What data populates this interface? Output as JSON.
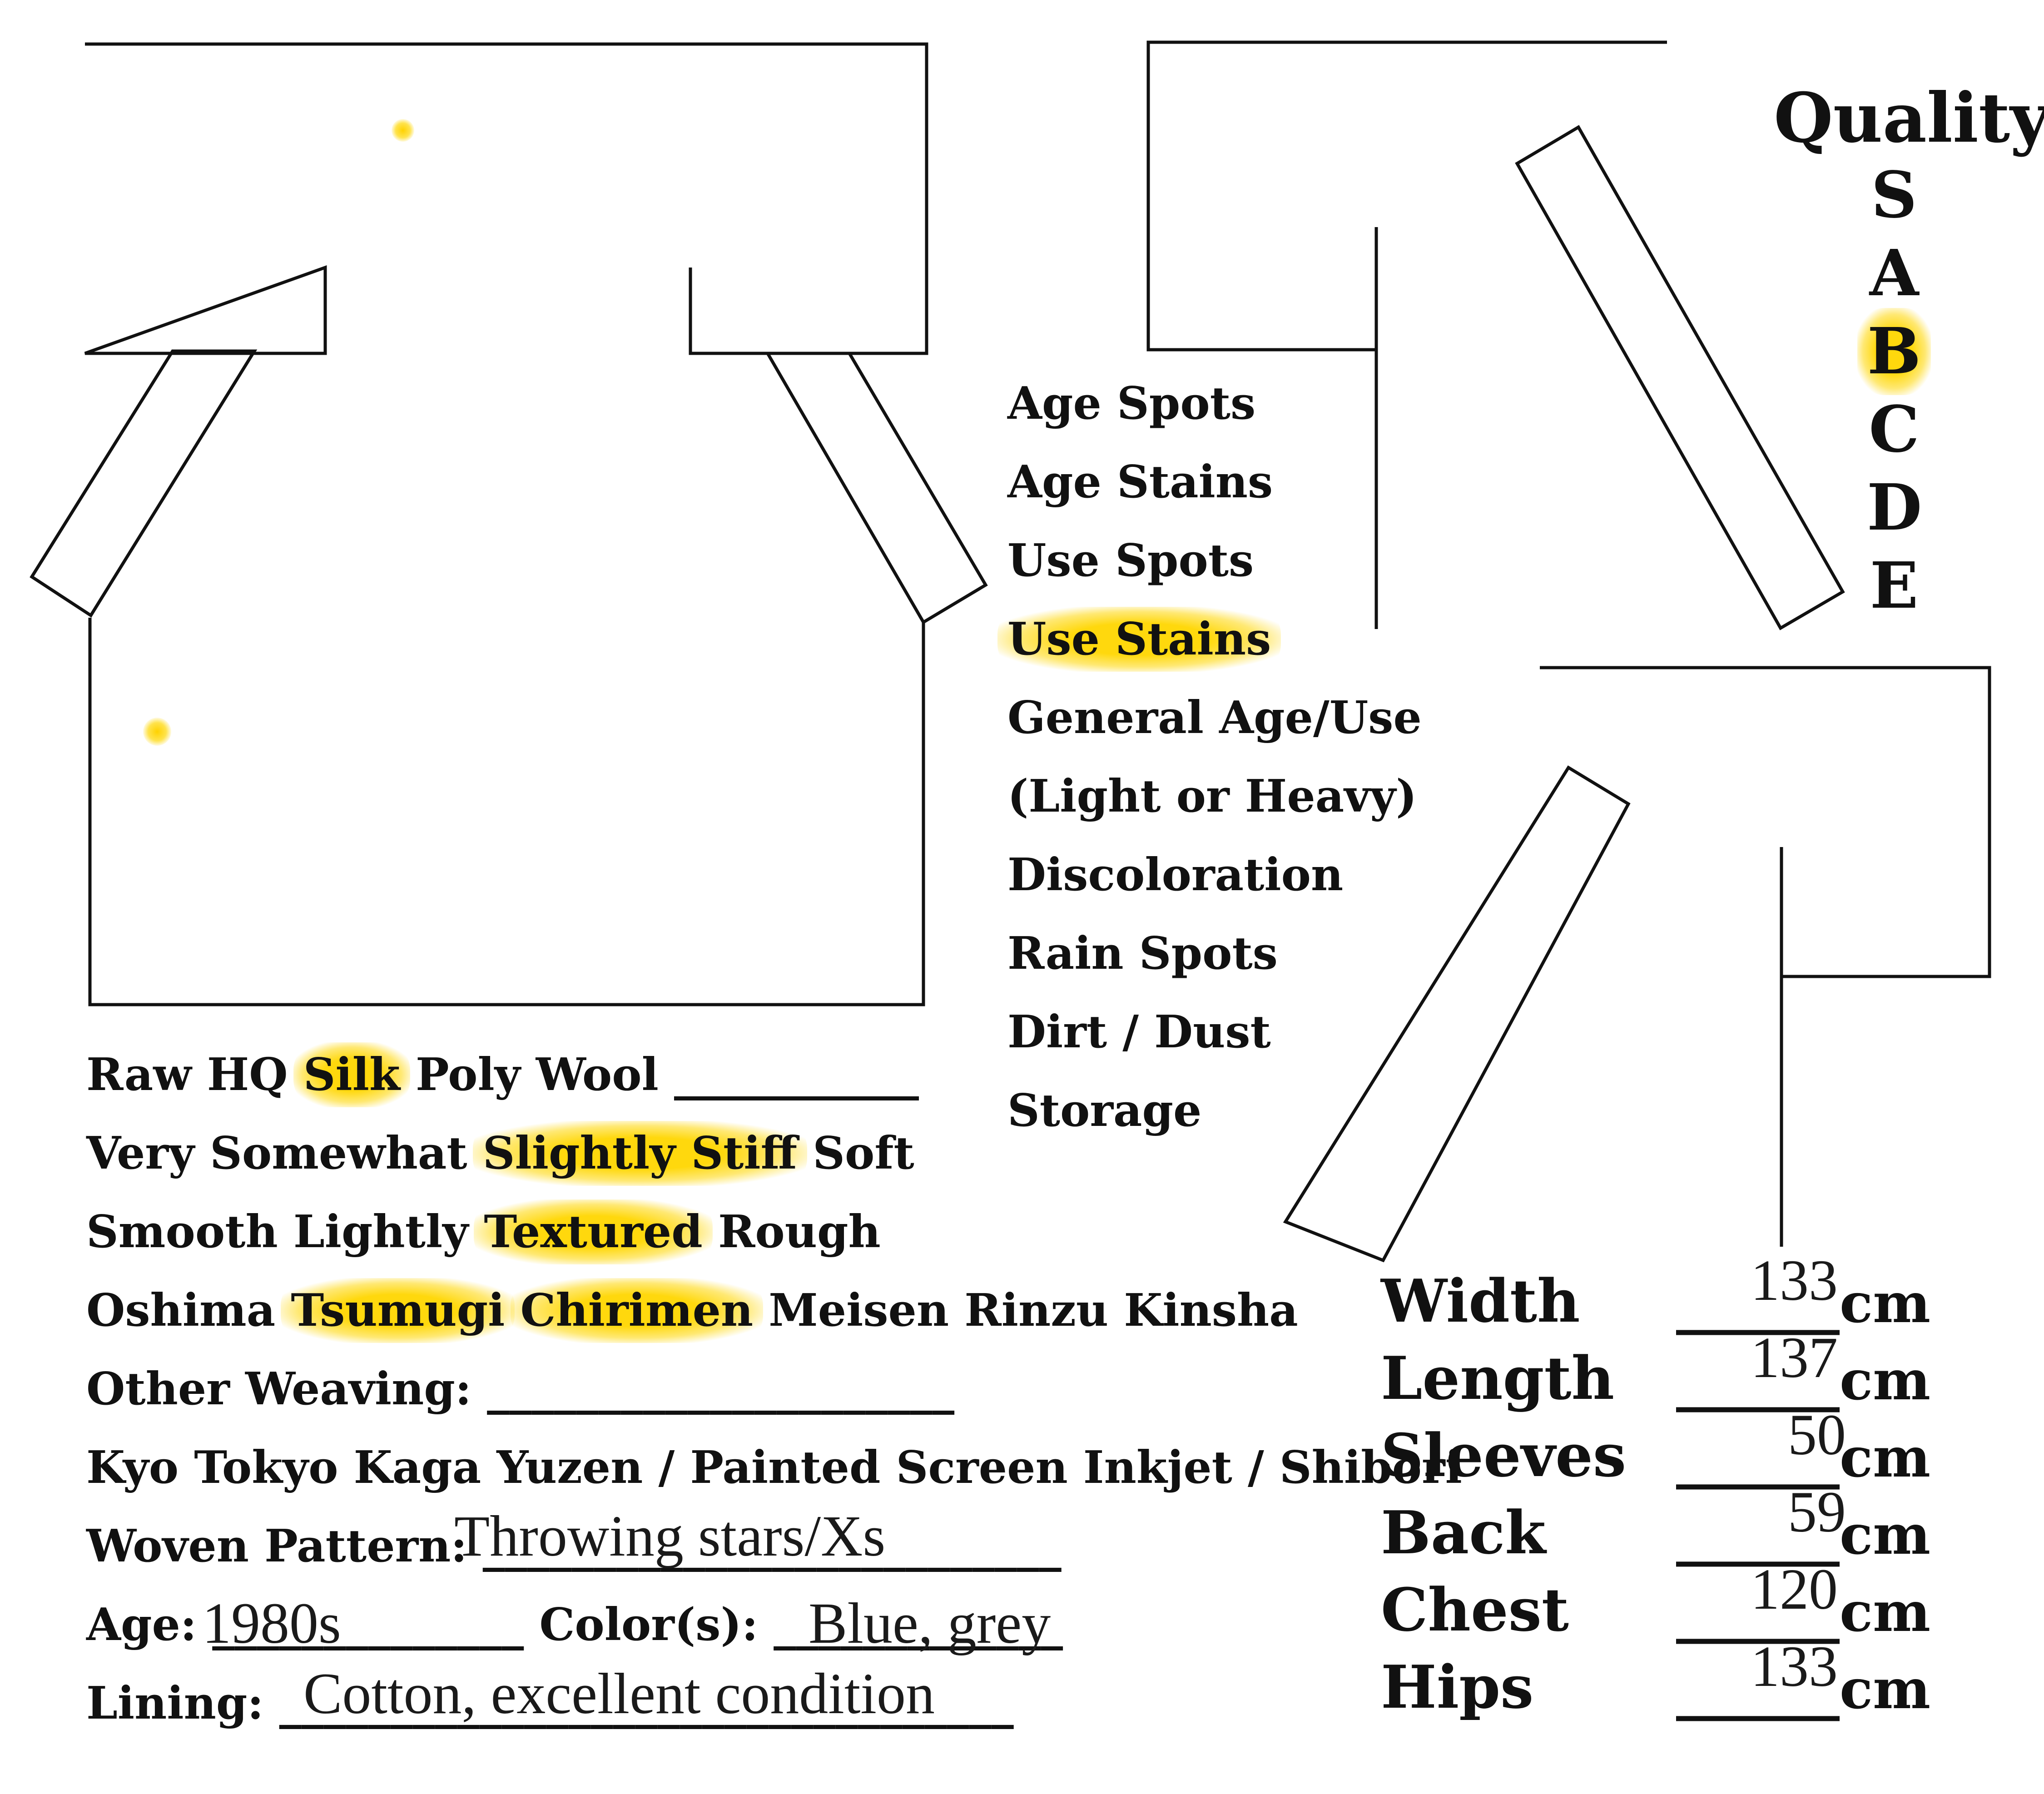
{
  "quality": {
    "title": "Quality",
    "grades": [
      "S",
      "A",
      "B",
      "C",
      "D",
      "E"
    ],
    "selected": "B"
  },
  "conditions": {
    "items": [
      "Age Spots",
      "Age Stains",
      "Use Spots",
      "Use Stains",
      "General Age/Use",
      "(Light or Heavy)",
      "Discoloration",
      "Rain Spots",
      "Dirt / Dust",
      "Storage"
    ],
    "selected": "Use Stains"
  },
  "material": {
    "options": [
      "Raw",
      "HQ",
      "Silk",
      "Poly",
      "Wool"
    ],
    "selected": "Silk",
    "blank": "___________"
  },
  "stiffness": {
    "options": [
      "Very",
      "Somewhat",
      "Slightly Stiff",
      "Soft"
    ],
    "selected": "Slightly Stiff"
  },
  "texture": {
    "options": [
      "Smooth",
      "Lightly",
      "Textured",
      "Rough"
    ],
    "selected": "Textured"
  },
  "weave": {
    "options": [
      "Oshima",
      "Tsumugi",
      "Chirimen",
      "Meisen",
      "Rinzu",
      "Kinsha"
    ],
    "selected": [
      "Tsumugi",
      "Chirimen"
    ]
  },
  "other_weaving": {
    "label": "Other Weaving:",
    "blank": "_____________________"
  },
  "dye": {
    "text": "Kyo Tokyo Kaga Yuzen / Painted Screen Inkjet / Shibori"
  },
  "woven_pattern": {
    "label": "Woven Pattern:",
    "value": "Throwing stars/Xs",
    "blank": "__________________________"
  },
  "age": {
    "label": "Age:",
    "value": "1980s",
    "blank": "______________"
  },
  "colors": {
    "label": "Color(s):",
    "value": "Blue, grey",
    "blank": "_____________"
  },
  "lining": {
    "label": "Lining:",
    "value": "Cotton, excellent condition",
    "blank": "_________________________________"
  },
  "measurements": {
    "unit": "cm",
    "blank": "______",
    "rows": [
      {
        "label": "Width",
        "value": "133"
      },
      {
        "label": "Length",
        "value": "137"
      },
      {
        "label": "Sleeves",
        "value": "50"
      },
      {
        "label": "Back",
        "value": "59"
      },
      {
        "label": "Chest",
        "value": "120"
      },
      {
        "label": "Hips",
        "value": "133"
      }
    ]
  }
}
